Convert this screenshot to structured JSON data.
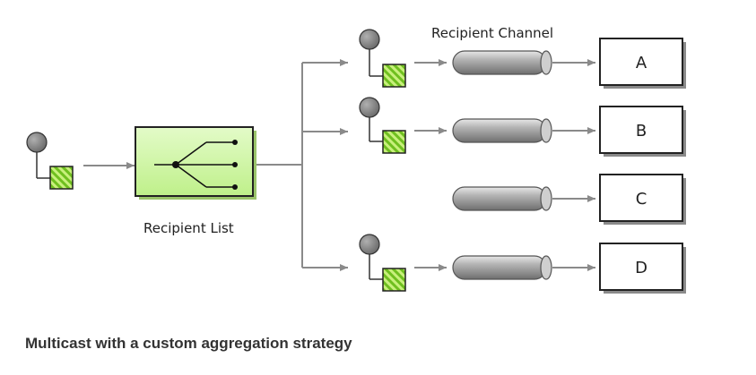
{
  "diagram": {
    "recipient_list_label": "Recipient List",
    "recipient_channel_label": "Recipient Channel",
    "recipients": [
      "A",
      "B",
      "C",
      "D"
    ]
  },
  "caption": "Multicast with a custom aggregation strategy",
  "colors": {
    "arrow": "#8a8a8a",
    "router_fill": "#ccf5a0",
    "pattern_green": "#7cd12a",
    "endpoint_grey": "#8c8c8c"
  }
}
